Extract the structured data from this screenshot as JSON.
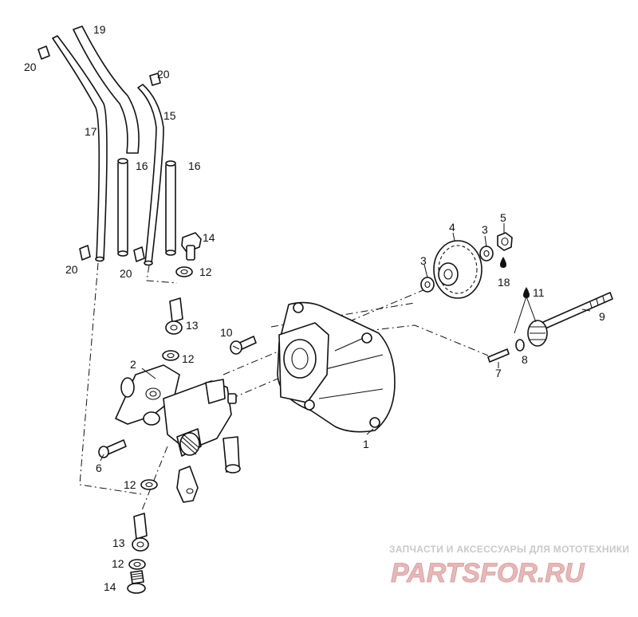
{
  "callouts": {
    "c1": "1",
    "c2": "2",
    "c3a": "3",
    "c3b": "3",
    "c4": "4",
    "c5": "5",
    "c6": "6",
    "c7": "7",
    "c8": "8",
    "c9": "9",
    "c10": "10",
    "c11": "11",
    "c12a": "12",
    "c12b": "12",
    "c12c": "12",
    "c12d": "12",
    "c13a": "13",
    "c13b": "13",
    "c14a": "14",
    "c14b": "14",
    "c15": "15",
    "c16a": "16",
    "c16b": "16",
    "c17": "17",
    "c18": "18",
    "c19": "19",
    "c20a": "20",
    "c20b": "20",
    "c20c": "20",
    "c20d": "20"
  },
  "watermark": {
    "tagline": "ЗАПЧАСТИ И АКСЕССУАРЫ ДЛЯ МОТОТЕХНИКИ",
    "logo_text": "PARTSFOR.RU",
    "color": "#e8b7b7"
  }
}
